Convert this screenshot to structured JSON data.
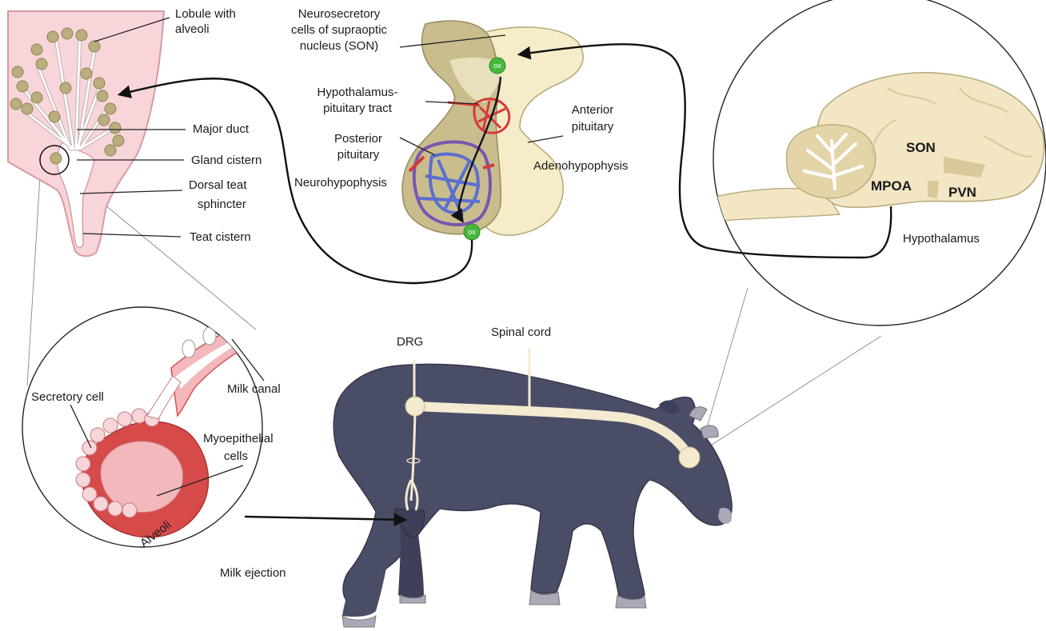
{
  "colors": {
    "udder_fill": "#f7d5d8",
    "udder_stroke": "#d99aa0",
    "alveoli_fill": "#b9ae7c",
    "duct": "#ffffff",
    "pituitary_post": "#c9bd8e",
    "pituitary_ant": "#f7ecc9",
    "brain": "#f3e6c4",
    "brain_dark": "#d9c89a",
    "cow": "#4a4d66",
    "spinal": "#f3ead0",
    "vessel_red": "#d63a3a",
    "vessel_blue": "#5a6fd0",
    "oxytocin": "#48b83c",
    "alveolus_red": "#d74a4a",
    "alveolus_pink": "#f2b8bb"
  },
  "icons": [
    "oxytocin-marker-icon",
    "arrow-head-icon"
  ],
  "udder": {
    "lobule": "Lobule with",
    "lobule2": "alveoli",
    "major_duct": "Major duct",
    "gland_cistern": "Gland cistern",
    "dorsal1": "Dorsal teat",
    "dorsal2": "sphincter",
    "teat_cistern": "Teat cistern"
  },
  "pituitary": {
    "neuro1": "Neurosecretory",
    "neuro2": "cells of supraoptic",
    "neuro3": "nucleus (SON)",
    "hyp1": "Hypothalamus-",
    "hyp2": "pituitary tract",
    "post1": "Posterior",
    "post2": "pituitary",
    "neurohypo": "Neurohypophysis",
    "ant1": "Anterior",
    "ant2": "pituitary",
    "adeno": "Adenohypophysis",
    "ox_top": "ox",
    "ox_bottom": "ox"
  },
  "brain": {
    "son": "SON",
    "mpoa": "MPOA",
    "pvn": "PVN",
    "hypothalamus": "Hypothalamus"
  },
  "alveolus": {
    "secretory": "Secretory cell",
    "milk_canal": "Milk canal",
    "myo1": "Myoepithelial",
    "myo2": "cells",
    "alveoli": "Alveoli"
  },
  "cow": {
    "drg": "DRG",
    "spinal": "Spinal cord",
    "milk_ejection": "Milk ejection"
  }
}
